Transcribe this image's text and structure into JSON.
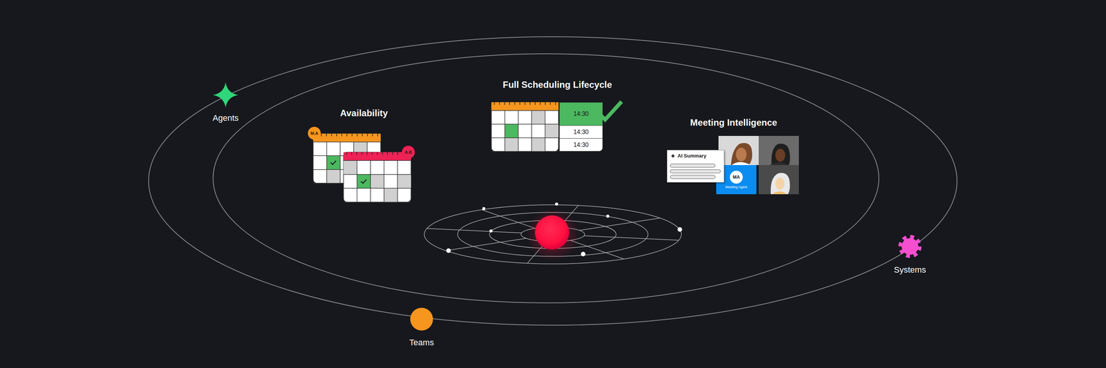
{
  "diagram": {
    "nodes": [
      {
        "text": [
          "Agents"
        ]
      },
      {
        "text": [
          "Availability"
        ]
      },
      {
        "text": [
          "M.A"
        ],
        "in": 1
      },
      {
        "text": [
          "A.B"
        ],
        "in": 1
      },
      {
        "text": [
          "Full Scheduling Lifecycle"
        ]
      },
      {
        "text": [
          "14:30"
        ],
        "in": 4
      },
      {
        "text": [
          "14:30"
        ],
        "in": 4
      },
      {
        "text": [
          "14:30"
        ],
        "in": 4
      },
      {
        "text": [
          "Meeting Intelligence"
        ]
      },
      {
        "text": [
          "AI Summary"
        ],
        "in": 8
      },
      {
        "text": [
          "MA",
          "Meeting Agent"
        ],
        "in": 8
      },
      {
        "text": [
          "Systems"
        ]
      },
      {
        "text": [
          "Teams"
        ]
      }
    ]
  }
}
